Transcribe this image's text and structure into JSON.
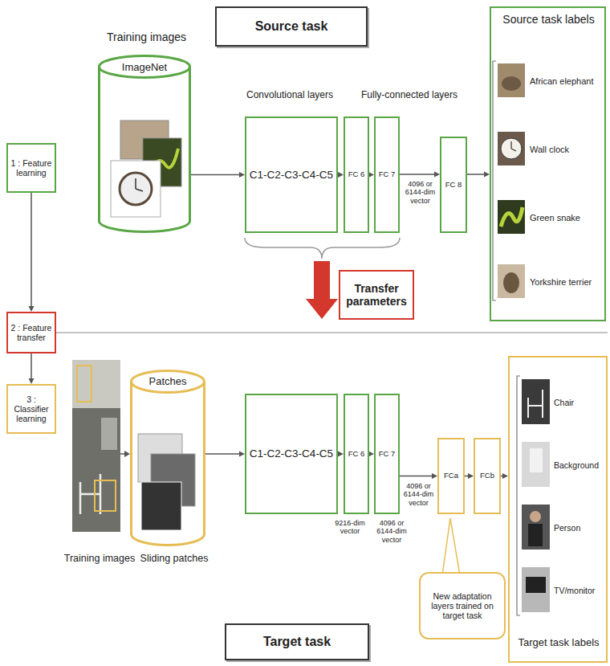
{
  "diagram": {
    "nodes": [
      {
        "text": [
          "1 : Feature learning"
        ]
      },
      {
        "text": [
          "2 : Feature transfer"
        ]
      },
      {
        "text": [
          "3 : Classifier learning"
        ]
      },
      {
        "text": [
          "Source task"
        ]
      },
      {
        "text": [
          "ImageNet"
        ]
      },
      {
        "text": [
          "C1-C2-C3-C4-C5"
        ]
      },
      {
        "text": [
          "FC 6"
        ]
      },
      {
        "text": [
          "FC 7"
        ]
      },
      {
        "text": [
          "FC 8"
        ]
      },
      {
        "text": [
          "Source task labels",
          "African elephant",
          "Wall clock",
          "Green snake",
          "Yorkshire terrier"
        ]
      },
      {
        "text": [
          "Transfer parameters"
        ]
      },
      {
        "text": [
          "Patches"
        ]
      },
      {
        "text": [
          "C1-C2-C3-C4-C5"
        ]
      },
      {
        "text": [
          "FC 6"
        ]
      },
      {
        "text": [
          "FC 7"
        ]
      },
      {
        "text": [
          "FCa"
        ]
      },
      {
        "text": [
          "FCb"
        ]
      },
      {
        "text": [
          "Chair",
          "Background",
          "Person",
          "TV/monitor",
          "Target task labels"
        ]
      },
      {
        "text": [
          "New adaptation layers trained on target task"
        ]
      },
      {
        "text": [
          "Target task"
        ]
      }
    ],
    "edges": [
      {
        "from": 0,
        "to": 1,
        "arrow": "to"
      },
      {
        "from": 1,
        "to": 2,
        "arrow": "to"
      },
      {
        "from": 4,
        "to": 5,
        "arrow": "to"
      },
      {
        "from": 5,
        "to": 6,
        "arrow": "to"
      },
      {
        "from": 6,
        "to": 7,
        "arrow": "to"
      },
      {
        "from": 7,
        "to": 8,
        "arrow": "to"
      },
      {
        "from": 8,
        "to": 9,
        "arrow": "to"
      },
      {
        "from": 11,
        "to": 12,
        "arrow": "to"
      },
      {
        "from": 12,
        "to": 13,
        "arrow": "to"
      },
      {
        "from": 13,
        "to": 14,
        "arrow": "to"
      },
      {
        "from": 14,
        "to": 15,
        "arrow": "to"
      },
      {
        "from": 15,
        "to": 16,
        "arrow": "to"
      },
      {
        "from": 16,
        "to": 17,
        "arrow": "to"
      }
    ],
    "labels": [
      "Training images",
      "Convolutional layers",
      "Fully-connected layers",
      "4096 or 6144-dim vector",
      "Training images",
      "Sliding patches",
      "9216-dim vector",
      "4096 or 6144-dim vector",
      "4096 or 6144-dim vector"
    ]
  }
}
